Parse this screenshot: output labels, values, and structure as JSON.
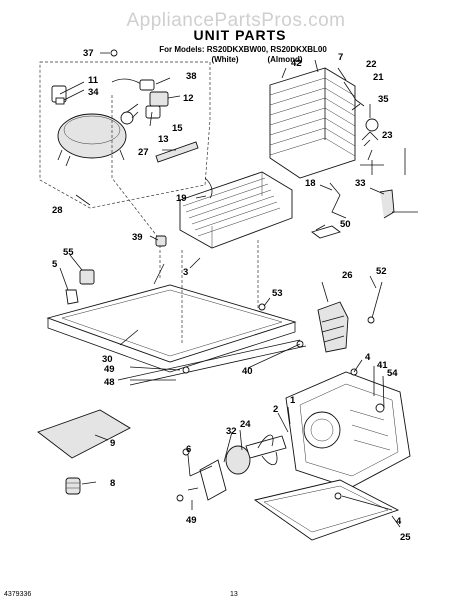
{
  "watermark": "AppliancePartsPros.com",
  "title": "UNIT PARTS",
  "models_line": "For Models: RS20DKXBW00, RS20DKXBL00",
  "color_white": "(White)",
  "color_almond": "(Almond)",
  "footer_left": "4379336",
  "footer_page": "13",
  "callouts": [
    "37",
    "11",
    "34",
    "38",
    "12",
    "15",
    "13",
    "27",
    "28",
    "42",
    "7",
    "22",
    "21",
    "35",
    "23",
    "18",
    "33",
    "19",
    "39",
    "3",
    "50",
    "55",
    "5",
    "26",
    "52",
    "53",
    "30",
    "49",
    "40",
    "48",
    "4",
    "41",
    "54",
    "1",
    "2",
    "24",
    "32",
    "6",
    "9",
    "8",
    "49",
    "4",
    "25"
  ]
}
